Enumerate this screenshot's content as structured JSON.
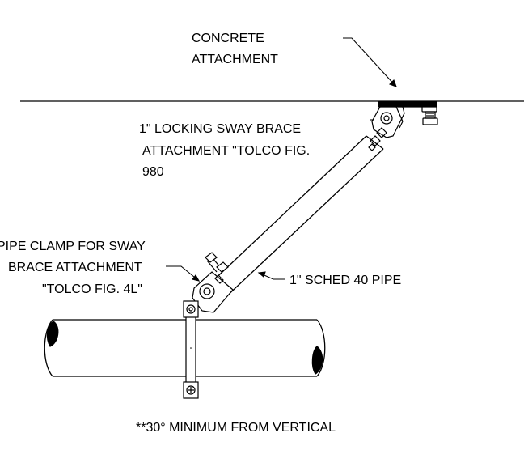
{
  "labels": {
    "concrete_line1": "CONCRETE",
    "concrete_line2": "ATTACHMENT",
    "sway_line1": "1\" LOCKING SWAY BRACE",
    "sway_line2": "ATTACHMENT \"TOLCO FIG.",
    "sway_line3": "980",
    "clamp_line1": "PIPE CLAMP FOR SWAY",
    "clamp_line2": "BRACE ATTACHMENT",
    "clamp_line3": "\"TOLCO FIG. 4L\"",
    "brace_pipe": "1\" SCHED 40 PIPE",
    "note": "**30° MINIMUM FROM VERTICAL"
  },
  "colors": {
    "line": "#000000",
    "background": "#ffffff"
  }
}
